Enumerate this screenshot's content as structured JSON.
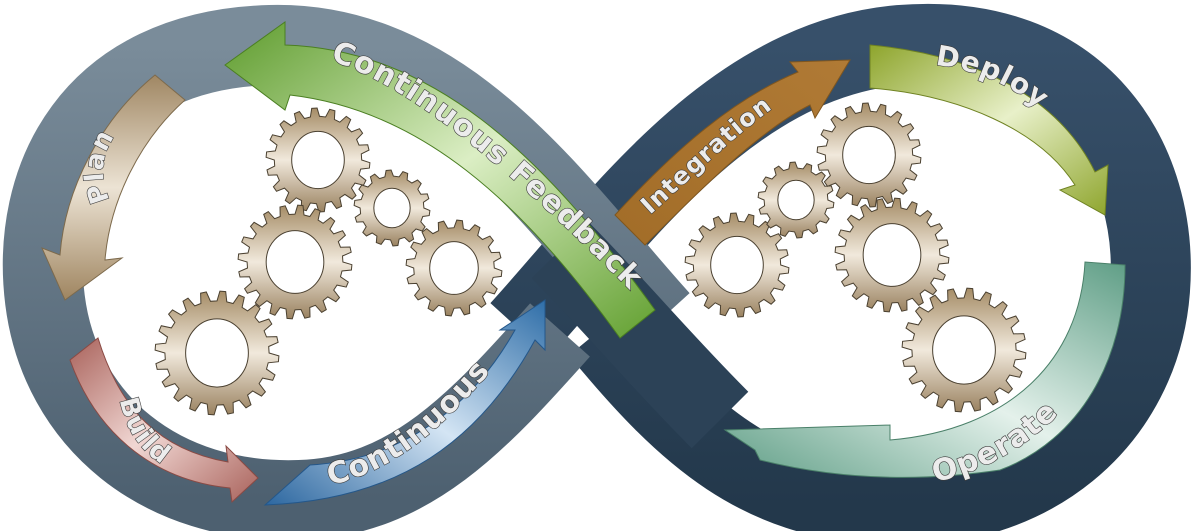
{
  "title": "DevOps infinity loop",
  "colors": {
    "band_left": "#6f8291",
    "band_left_dark": "#4c5f6f",
    "band_right": "#2d4358",
    "band_right_dark": "#22374a",
    "gear": "#a89270",
    "gear_light": "#efe6d6"
  },
  "stages": [
    {
      "id": "plan",
      "label": "Plan",
      "color": "#a8916c",
      "light": "#e9dfcf"
    },
    {
      "id": "build",
      "label": "Build",
      "color": "#a9625b",
      "light": "#f0d5d2"
    },
    {
      "id": "continuous",
      "label": "Continuous",
      "color": "#2f6ea8",
      "light": "#cfe2f3"
    },
    {
      "id": "integration",
      "label": "Integration",
      "color": "#a8722c",
      "light": "#d59a52"
    },
    {
      "id": "deploy",
      "label": "Deploy",
      "color": "#8ea52c",
      "light": "#e6efc6"
    },
    {
      "id": "operate",
      "label": "Operate",
      "color": "#5f9e86",
      "light": "#e3f0ea"
    },
    {
      "id": "continuous-feedback",
      "label": "Continuous Feedback",
      "color": "#62a030",
      "light": "#d7ecbe"
    }
  ],
  "gears_left_count": 5,
  "gears_right_count": 5
}
